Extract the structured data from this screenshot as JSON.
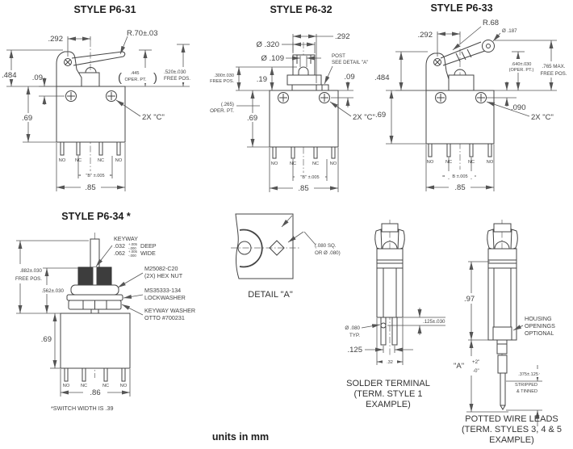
{
  "footer": {
    "units_note": "units in mm"
  },
  "shared": {
    "terminals": [
      "NO",
      "NC",
      "NC",
      "NO"
    ]
  },
  "p6_31": {
    "title": "STYLE P6-31",
    "dim_292": ".292",
    "lever_radius": "R.70±.03",
    "dim_484": ".484",
    "dim_09": ".09",
    "dim_69": ".69",
    "paren_open": "(",
    "oper_pt_value": ".445",
    "oper_pt_caption": "OPER. PT.",
    "paren_close": ")",
    "free_pos_value": ".520±.030",
    "free_pos_caption": "FREE POS.",
    "holes_note": "2X  \"C\"",
    "term_spacing": "\"B\" ±.005",
    "dim_85": ".85"
  },
  "p6_32": {
    "title": "STYLE P6-32",
    "plunger_od": "Ø .320",
    "plunger_id": "Ø .109",
    "dim_292": ".292",
    "post_note_1": "POST",
    "post_note_2": "SEE DETAIL \"A\"",
    "dim_19": ".19",
    "dim_09": ".09",
    "free_pos_value": ".300±.030",
    "free_pos_caption": "FREE POS.",
    "oper_pt_value": "(.265)",
    "oper_pt_caption": "OPER. PT.",
    "dim_69": ".69",
    "holes_note": "2X \"C\"",
    "term_spacing": "\"B\" ±.005",
    "dim_85": ".85"
  },
  "p6_33": {
    "title": "STYLE P6-33",
    "dim_292": ".292",
    "lever_radius": "R.68",
    "roller_dia": "Ø .187",
    "dim_484": ".484",
    "oper_pt_value": ".640±.030",
    "oper_pt_caption": "(OPER. PT.)",
    "free_pos_value": ".765 MAX.",
    "free_pos_caption": "FREE POS.",
    "dim_090": ".090",
    "dim_69": ".69",
    "holes_note": "2X  \"C\"",
    "term_spacing": "B ±.005",
    "dim_85": ".85"
  },
  "p6_34": {
    "title": "STYLE P6-34 *",
    "free_pos_value": ".882±.030",
    "free_pos_caption": "FREE POS.",
    "dim_562": ".562±.030",
    "dim_69": ".69",
    "dim_86": ".86",
    "keyway_title": "KEYWAY",
    "keyway_deep_value": ".032",
    "keyway_deep_tol_plus": "+.005",
    "keyway_deep_tol_minus": "-.000",
    "keyway_deep_label": "DEEP",
    "keyway_wide_value": ".062",
    "keyway_wide_tol_plus": "+.005",
    "keyway_wide_tol_minus": "-.000",
    "keyway_wide_label": "WIDE",
    "hex_nut_note_1": "M25082-C20",
    "hex_nut_note_2": "(2X) HEX NUT",
    "lockwasher_note_1": "MS35333-134",
    "lockwasher_note_2": "LOCKWASHER",
    "keyway_washer_note_1": "KEYWAY WASHER",
    "keyway_washer_note_2": "OTTO #700231",
    "switch_width_note": "*SWITCH WIDTH IS .39"
  },
  "detail_a": {
    "title": "DETAIL \"A\"",
    "callout_1": "(.080 SQ.",
    "callout_2": "OR Ø .080)"
  },
  "solder_terminal": {
    "caption_1": "SOLDER TERMINAL",
    "caption_2": "(TERM. STYLE 1",
    "caption_3": "EXAMPLE)",
    "hole_offset": ".125±.030",
    "hole_dia": "Ø .080",
    "hole_dia_typ": "TYP.",
    "pin_spacing": ".125",
    "dim_32": ".32"
  },
  "potted_leads": {
    "caption_1": "POTTED WIRE LEADS",
    "caption_2": "(TERM. STYLES 3, 4 & 5",
    "caption_3": "EXAMPLE)",
    "dim_97": ".97",
    "lead_length_name": "\"A\"",
    "lead_length_plus": "+2\"",
    "lead_length_minus": "-0\"",
    "strip_value": ".375±.125",
    "strip_note_1": "STRIPPED",
    "strip_note_2": "& TINNED",
    "housing_note_1": "HOUSING",
    "housing_note_2": "OPENINGS",
    "housing_note_3": "OPTIONAL"
  }
}
